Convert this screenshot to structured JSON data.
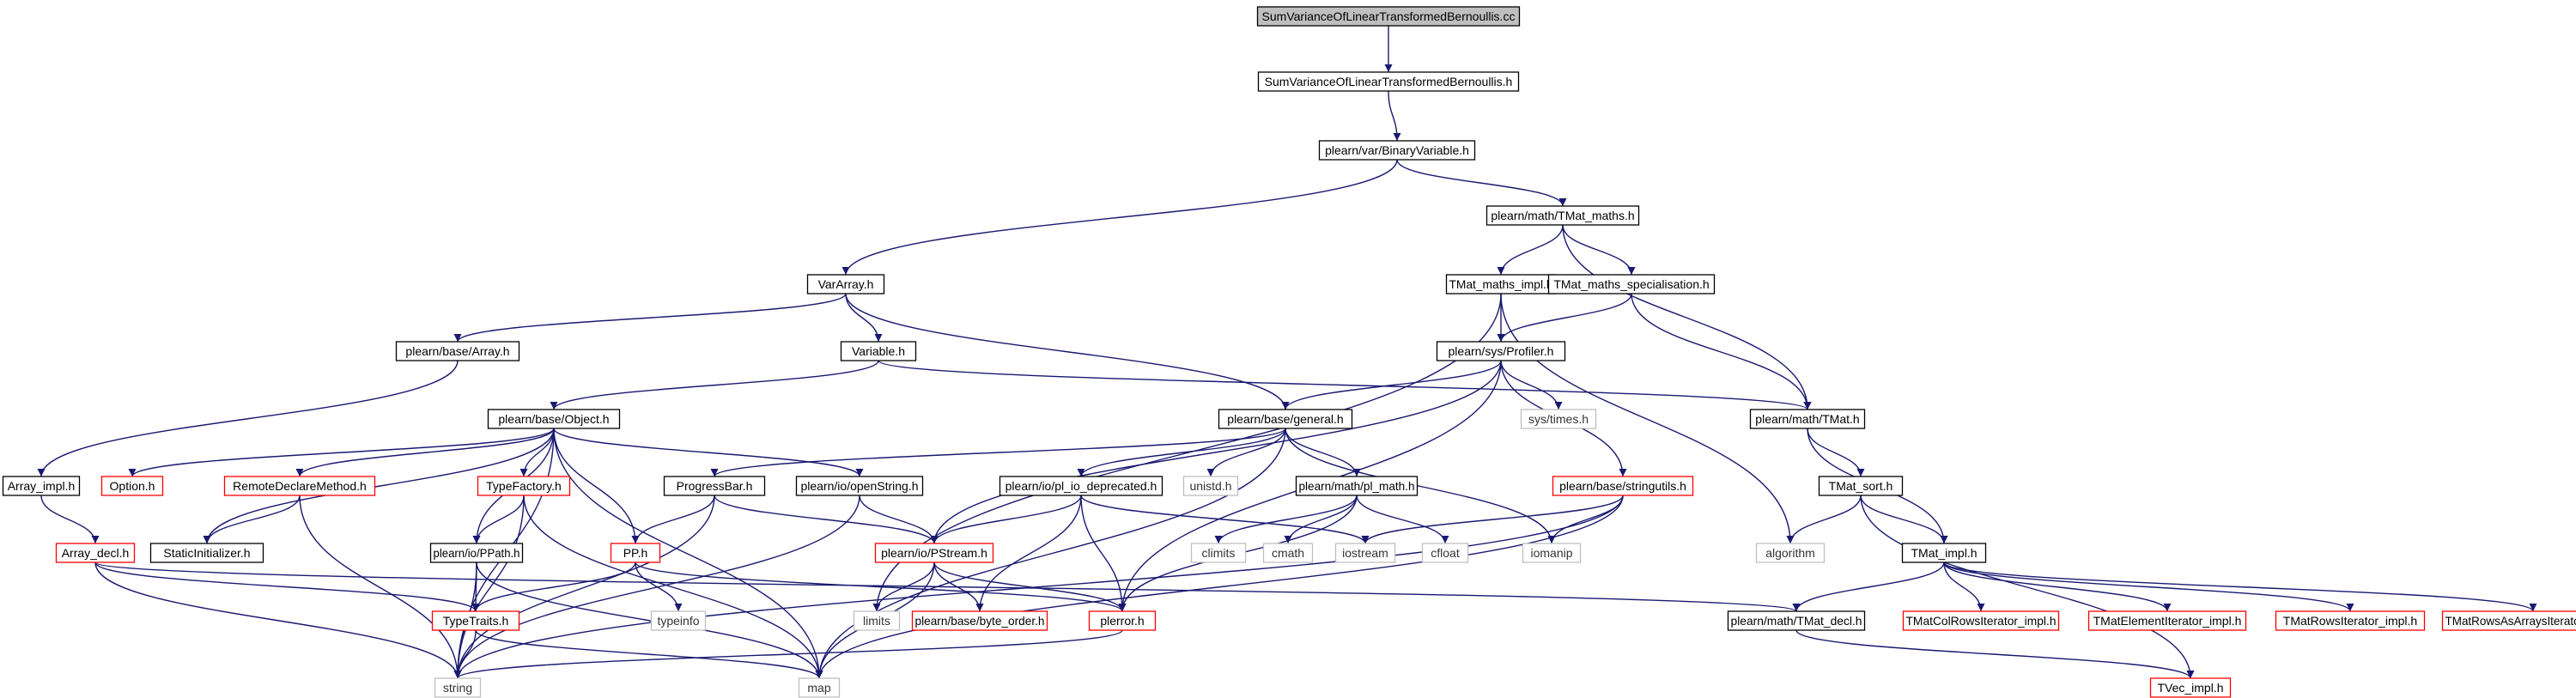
{
  "diagram": {
    "colors": {
      "edge": "#191970",
      "border_default": "#000000",
      "border_truncated": "#ff0000",
      "border_system": "#bfbfbf",
      "fill_root": "#bfbfbf",
      "fill_default": "#ffffff",
      "text_default": "#000000",
      "text_system": "#333333"
    },
    "nodes": [
      {
        "id": "n_root",
        "label": "SumVarianceOfLinearTransformedBernoullis.cc",
        "kind": "root"
      },
      {
        "id": "n_sumh",
        "label": "SumVarianceOfLinearTransformedBernoullis.h",
        "kind": "default"
      },
      {
        "id": "n_binvar",
        "label": "plearn/var/BinaryVariable.h",
        "kind": "default"
      },
      {
        "id": "n_tmatmaths",
        "label": "plearn/math/TMat_maths.h",
        "kind": "default"
      },
      {
        "id": "n_vararray",
        "label": "VarArray.h",
        "kind": "default"
      },
      {
        "id": "n_tmatmathsimpl",
        "label": "TMat_maths_impl.h",
        "kind": "default"
      },
      {
        "id": "n_tmatmathsspec",
        "label": "TMat_maths_specialisation.h",
        "kind": "default"
      },
      {
        "id": "n_basearray",
        "label": "plearn/base/Array.h",
        "kind": "default"
      },
      {
        "id": "n_variable",
        "label": "Variable.h",
        "kind": "default"
      },
      {
        "id": "n_profiler",
        "label": "plearn/sys/Profiler.h",
        "kind": "default"
      },
      {
        "id": "n_object",
        "label": "plearn/base/Object.h",
        "kind": "default"
      },
      {
        "id": "n_general",
        "label": "plearn/base/general.h",
        "kind": "default"
      },
      {
        "id": "n_systimes",
        "label": "sys/times.h",
        "kind": "system"
      },
      {
        "id": "n_tmath",
        "label": "plearn/math/TMat.h",
        "kind": "default"
      },
      {
        "id": "n_arrayimpl",
        "label": "Array_impl.h",
        "kind": "default"
      },
      {
        "id": "n_option",
        "label": "Option.h",
        "kind": "truncated"
      },
      {
        "id": "n_remote",
        "label": "RemoteDeclareMethod.h",
        "kind": "truncated"
      },
      {
        "id": "n_typefactory",
        "label": "TypeFactory.h",
        "kind": "truncated"
      },
      {
        "id": "n_progressbar",
        "label": "ProgressBar.h",
        "kind": "default"
      },
      {
        "id": "n_openstring",
        "label": "plearn/io/openString.h",
        "kind": "default"
      },
      {
        "id": "n_pldep",
        "label": "plearn/io/pl_io_deprecated.h",
        "kind": "default"
      },
      {
        "id": "n_unistd",
        "label": "unistd.h",
        "kind": "system"
      },
      {
        "id": "n_plmath",
        "label": "plearn/math/pl_math.h",
        "kind": "default"
      },
      {
        "id": "n_stringutils",
        "label": "plearn/base/stringutils.h",
        "kind": "truncated"
      },
      {
        "id": "n_tmatsort",
        "label": "TMat_sort.h",
        "kind": "default"
      },
      {
        "id": "n_arraydecl",
        "label": "Array_decl.h",
        "kind": "truncated"
      },
      {
        "id": "n_staticinit",
        "label": "StaticInitializer.h",
        "kind": "default"
      },
      {
        "id": "n_ppath",
        "label": "plearn/io/PPath.h",
        "kind": "default"
      },
      {
        "id": "n_pph",
        "label": "PP.h",
        "kind": "truncated"
      },
      {
        "id": "n_pstream",
        "label": "plearn/io/PStream.h",
        "kind": "truncated"
      },
      {
        "id": "n_climits",
        "label": "climits",
        "kind": "system"
      },
      {
        "id": "n_cmath",
        "label": "cmath",
        "kind": "system"
      },
      {
        "id": "n_iostream",
        "label": "iostream",
        "kind": "system"
      },
      {
        "id": "n_cfloat",
        "label": "cfloat",
        "kind": "system"
      },
      {
        "id": "n_iomanip",
        "label": "iomanip",
        "kind": "system"
      },
      {
        "id": "n_algorithm",
        "label": "algorithm",
        "kind": "system"
      },
      {
        "id": "n_tmatimpl",
        "label": "TMat_impl.h",
        "kind": "default"
      },
      {
        "id": "n_typetraits",
        "label": "TypeTraits.h",
        "kind": "truncated"
      },
      {
        "id": "n_typeinfo",
        "label": "typeinfo",
        "kind": "system"
      },
      {
        "id": "n_limits",
        "label": "limits",
        "kind": "system"
      },
      {
        "id": "n_byteorder",
        "label": "plearn/base/byte_order.h",
        "kind": "truncated"
      },
      {
        "id": "n_plerror",
        "label": "plerror.h",
        "kind": "truncated"
      },
      {
        "id": "n_tmatdecl",
        "label": "plearn/math/TMat_decl.h",
        "kind": "default"
      },
      {
        "id": "n_colrows",
        "label": "TMatColRowsIterator_impl.h",
        "kind": "truncated"
      },
      {
        "id": "n_elemiter",
        "label": "TMatElementIterator_impl.h",
        "kind": "truncated"
      },
      {
        "id": "n_rowsiter",
        "label": "TMatRowsIterator_impl.h",
        "kind": "truncated"
      },
      {
        "id": "n_rowsasarr",
        "label": "TMatRowsAsArraysIterator_impl.h",
        "kind": "truncated"
      },
      {
        "id": "n_string",
        "label": "string",
        "kind": "system"
      },
      {
        "id": "n_map",
        "label": "map",
        "kind": "system"
      },
      {
        "id": "n_tvecimpl",
        "label": "TVec_impl.h",
        "kind": "truncated"
      }
    ],
    "edges": [
      [
        "n_root",
        "n_sumh"
      ],
      [
        "n_sumh",
        "n_binvar"
      ],
      [
        "n_binvar",
        "n_vararray"
      ],
      [
        "n_binvar",
        "n_tmatmaths"
      ],
      [
        "n_tmatmaths",
        "n_tmatmathsimpl"
      ],
      [
        "n_tmatmaths",
        "n_tmatmathsspec"
      ],
      [
        "n_tmatmaths",
        "n_tmath"
      ],
      [
        "n_vararray",
        "n_basearray"
      ],
      [
        "n_vararray",
        "n_variable"
      ],
      [
        "n_vararray",
        "n_general"
      ],
      [
        "n_tmatmathsimpl",
        "n_profiler"
      ],
      [
        "n_tmatmathsimpl",
        "n_limits"
      ],
      [
        "n_tmatmathsimpl",
        "n_algorithm"
      ],
      [
        "n_tmatmathsspec",
        "n_profiler"
      ],
      [
        "n_tmatmathsspec",
        "n_tmath"
      ],
      [
        "n_basearray",
        "n_arrayimpl"
      ],
      [
        "n_variable",
        "n_object"
      ],
      [
        "n_variable",
        "n_tmath"
      ],
      [
        "n_profiler",
        "n_general"
      ],
      [
        "n_profiler",
        "n_systimes"
      ],
      [
        "n_profiler",
        "n_stringutils"
      ],
      [
        "n_profiler",
        "n_pstream"
      ],
      [
        "n_profiler",
        "n_plerror"
      ],
      [
        "n_object",
        "n_option"
      ],
      [
        "n_object",
        "n_remote"
      ],
      [
        "n_object",
        "n_staticinit"
      ],
      [
        "n_object",
        "n_typefactory"
      ],
      [
        "n_object",
        "n_ppath"
      ],
      [
        "n_object",
        "n_pph"
      ],
      [
        "n_object",
        "n_openstring"
      ],
      [
        "n_object",
        "n_string"
      ],
      [
        "n_object",
        "n_map"
      ],
      [
        "n_general",
        "n_progressbar"
      ],
      [
        "n_general",
        "n_pldep"
      ],
      [
        "n_general",
        "n_unistd"
      ],
      [
        "n_general",
        "n_plmath"
      ],
      [
        "n_general",
        "n_iomanip"
      ],
      [
        "n_general",
        "n_map"
      ],
      [
        "n_tmath",
        "n_tmatsort"
      ],
      [
        "n_tmath",
        "n_tmatimpl"
      ],
      [
        "n_arrayimpl",
        "n_arraydecl"
      ],
      [
        "n_remote",
        "n_staticinit"
      ],
      [
        "n_remote",
        "n_string"
      ],
      [
        "n_typefactory",
        "n_ppath"
      ],
      [
        "n_typefactory",
        "n_string"
      ],
      [
        "n_typefactory",
        "n_map"
      ],
      [
        "n_progressbar",
        "n_pph"
      ],
      [
        "n_progressbar",
        "n_pstream"
      ],
      [
        "n_progressbar",
        "n_string"
      ],
      [
        "n_openstring",
        "n_pstream"
      ],
      [
        "n_openstring",
        "n_string"
      ],
      [
        "n_pldep",
        "n_pstream"
      ],
      [
        "n_pldep",
        "n_iostream"
      ],
      [
        "n_pldep",
        "n_byteorder"
      ],
      [
        "n_pldep",
        "n_plerror"
      ],
      [
        "n_plmath",
        "n_climits"
      ],
      [
        "n_plmath",
        "n_cmath"
      ],
      [
        "n_plmath",
        "n_cfloat"
      ],
      [
        "n_plmath",
        "n_plerror"
      ],
      [
        "n_stringutils",
        "n_iostream"
      ],
      [
        "n_stringutils",
        "n_iomanip"
      ],
      [
        "n_stringutils",
        "n_string"
      ],
      [
        "n_stringutils",
        "n_map"
      ],
      [
        "n_tmatsort",
        "n_algorithm"
      ],
      [
        "n_tmatsort",
        "n_tmatimpl"
      ],
      [
        "n_tmatsort",
        "n_tvecimpl"
      ],
      [
        "n_arraydecl",
        "n_typetraits"
      ],
      [
        "n_arraydecl",
        "n_string"
      ],
      [
        "n_arraydecl",
        "n_tmatdecl"
      ],
      [
        "n_ppath",
        "n_typetraits"
      ],
      [
        "n_ppath",
        "n_string"
      ],
      [
        "n_ppath",
        "n_map"
      ],
      [
        "n_pph",
        "n_typetraits"
      ],
      [
        "n_pph",
        "n_typeinfo"
      ],
      [
        "n_pph",
        "n_plerror"
      ],
      [
        "n_pstream",
        "n_limits"
      ],
      [
        "n_pstream",
        "n_byteorder"
      ],
      [
        "n_pstream",
        "n_plerror"
      ],
      [
        "n_pstream",
        "n_map"
      ],
      [
        "n_tmatimpl",
        "n_tmatdecl"
      ],
      [
        "n_tmatimpl",
        "n_colrows"
      ],
      [
        "n_tmatimpl",
        "n_elemiter"
      ],
      [
        "n_tmatimpl",
        "n_rowsiter"
      ],
      [
        "n_tmatimpl",
        "n_rowsasarr"
      ],
      [
        "n_typetraits",
        "n_string"
      ],
      [
        "n_typetraits",
        "n_map"
      ],
      [
        "n_plerror",
        "n_string"
      ],
      [
        "n_tmatdecl",
        "n_tvecimpl"
      ]
    ]
  }
}
